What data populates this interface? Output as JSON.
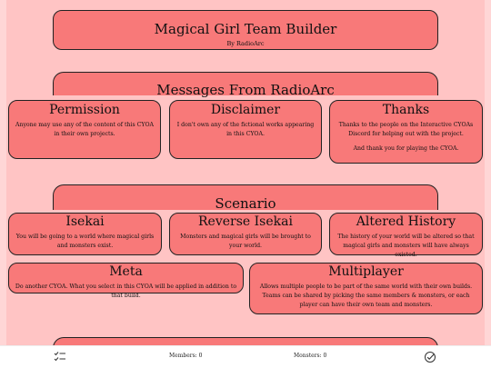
{
  "header": {
    "title": "Magical Girl Team Builder",
    "byline": "By RadioArc"
  },
  "messages": {
    "title": "Messages From RadioArc",
    "cards": [
      {
        "title": "Permission",
        "text": "Anyone may use any of the content of this CYOA in their own projects."
      },
      {
        "title": "Disclaimer",
        "text": "I don't own any of the fictional works appearing in this CYOA."
      },
      {
        "title": "Thanks",
        "text": "Thanks to the people on the Interactive CYOAs Discord for helping out with the project.",
        "text2": "And thank you for playing the CYOA."
      }
    ]
  },
  "scenario": {
    "title": "Scenario",
    "cards": [
      {
        "title": "Isekai",
        "text": "You will be going to a world where magical girls and monsters exist."
      },
      {
        "title": "Reverse Isekai",
        "text": "Monsters and magical girls will be brought to your world."
      },
      {
        "title": "Altered History",
        "text": "The history of your world will be altered so that magical girls and monsters will have always existed."
      },
      {
        "title": "Meta",
        "text": "Do another CYOA. What you select in this CYOA will be applied in addition to that build."
      },
      {
        "title": "Multiplayer",
        "text": "Allows multiple people to be part of the same world with their own builds. Teams can be shared by picking the same members & monsters, or each player can have their own team and monsters."
      }
    ]
  },
  "footer": {
    "members_label": "Members: 0",
    "monsters_label": "Monsters: 0",
    "left_icon": "list-check-icon",
    "right_icon": "check-circle-icon"
  }
}
